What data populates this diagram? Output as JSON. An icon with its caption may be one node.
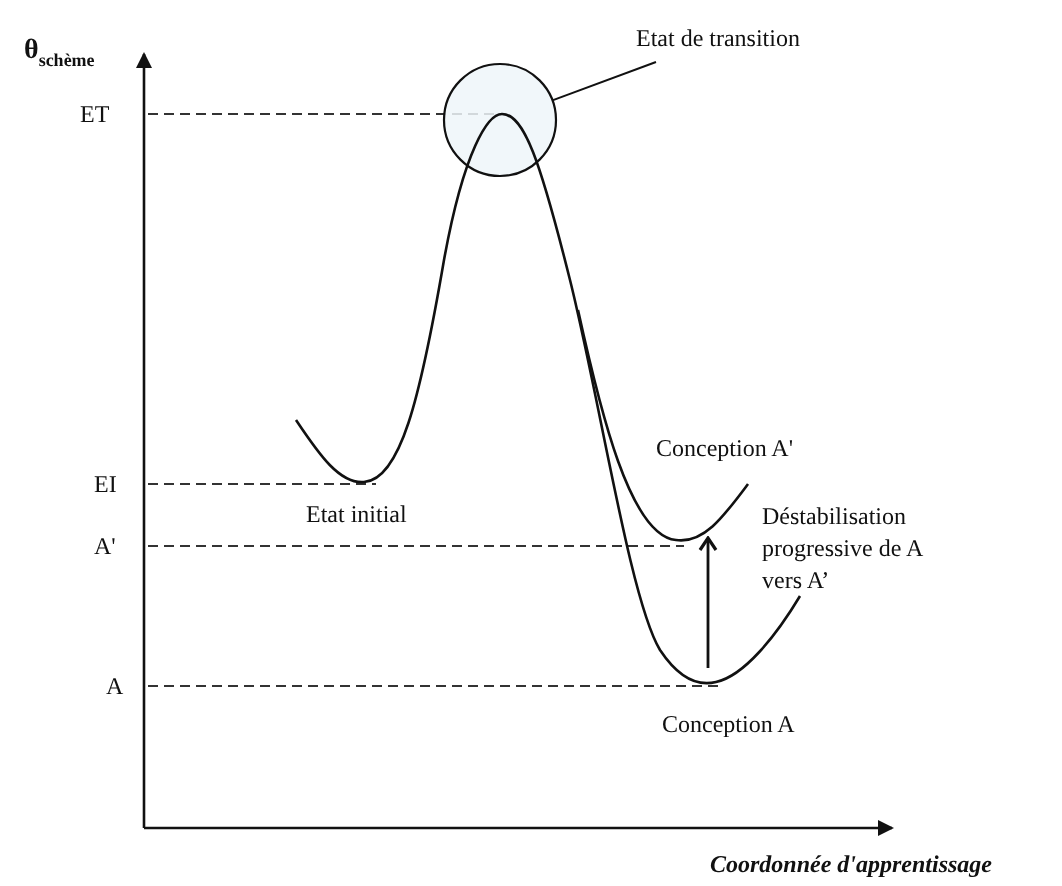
{
  "diagram": {
    "nodes": [
      {
        "text": [
          "Etat de transition"
        ]
      },
      {
        "text": [],
        "shape": "circle"
      }
    ],
    "edges": [
      {
        "from": 0,
        "to": 1,
        "arrow": "none"
      }
    ],
    "labels": [
      "θ$_{schème}$",
      "ET",
      "EI",
      "Etat initial",
      "Conception A'",
      "A'",
      "Déstabilisation progressive de A vers A’",
      "A",
      "Conception A",
      "Coordonnée d'apprentissage"
    ]
  }
}
